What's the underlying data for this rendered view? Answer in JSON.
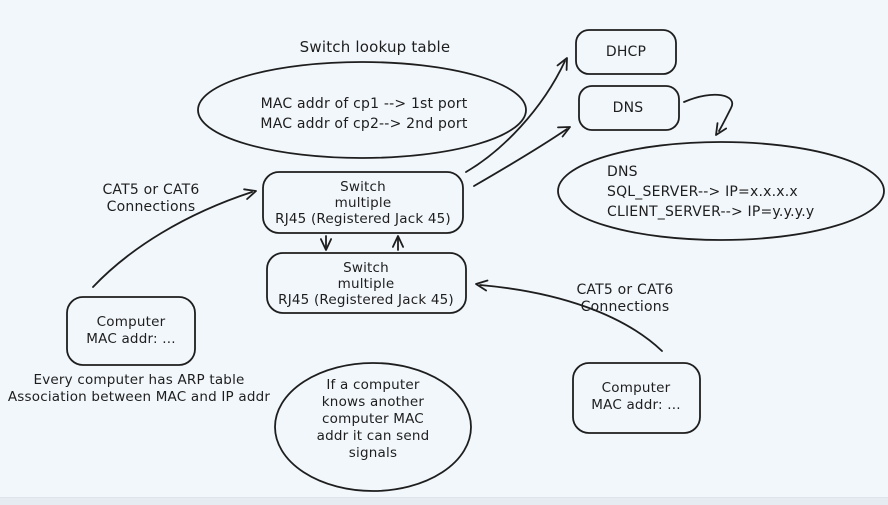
{
  "canvas": {
    "background": "#f2f7fb",
    "stroke_color": "#1e1e1e",
    "bottom_edge_color": "#e6ebf2"
  },
  "nodes": {
    "lookup_title": "Switch lookup table",
    "lookup_body": "MAC addr of cp1 --> 1st port\nMAC addr of cp2--> 2nd port",
    "dhcp_label": "DHCP",
    "dns_label": "DNS",
    "dns_table_body": "DNS\nSQL_SERVER--> IP=x.x.x.x\nCLIENT_SERVER--> IP=y.y.y.y",
    "switch_top_body": "Switch\nmultiple\nRJ45 (Registered Jack 45)",
    "switch_bottom_body": "Switch\nmultiple\nRJ45 (Registered Jack 45)",
    "computer_left_body": "Computer\nMAC addr: ...",
    "computer_right_body": "Computer\nMAC addr: ...",
    "cat_left_label": "CAT5 or CAT6\nConnections",
    "cat_right_label": "CAT5 or CAT6\nConnections",
    "arp_note": "Every computer has ARP table\nAssociation between MAC and IP addr",
    "mac_note": "If a computer\nknows another\ncomputer MAC\naddr it can send\nsignals"
  }
}
